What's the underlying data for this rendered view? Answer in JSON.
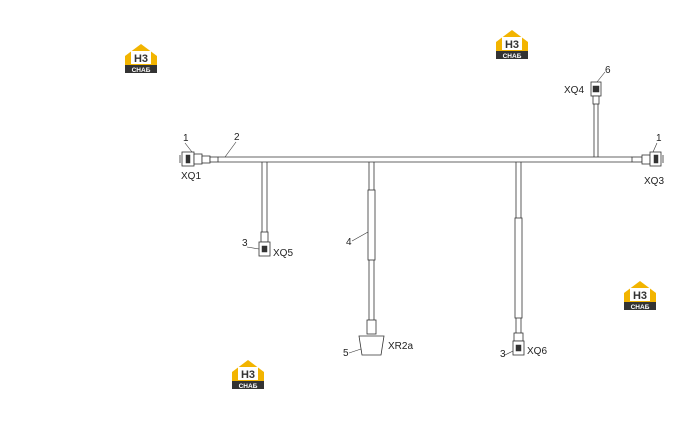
{
  "watermark": {
    "top_text": "H3",
    "bottom_text": "CHAБ",
    "color_gold": "#F2B400",
    "color_dark": "#333333"
  },
  "connectors": {
    "xq1": "XQ1",
    "xq3": "XQ3",
    "xq4": "XQ4",
    "xq5": "XQ5",
    "xq6": "XQ6",
    "xr2a": "XR2a"
  },
  "callouts": {
    "c1_left": "1",
    "c2": "2",
    "c1_right": "1",
    "c6": "6",
    "c3_left": "3",
    "c4": "4",
    "c5": "5",
    "c3_right": "3"
  }
}
